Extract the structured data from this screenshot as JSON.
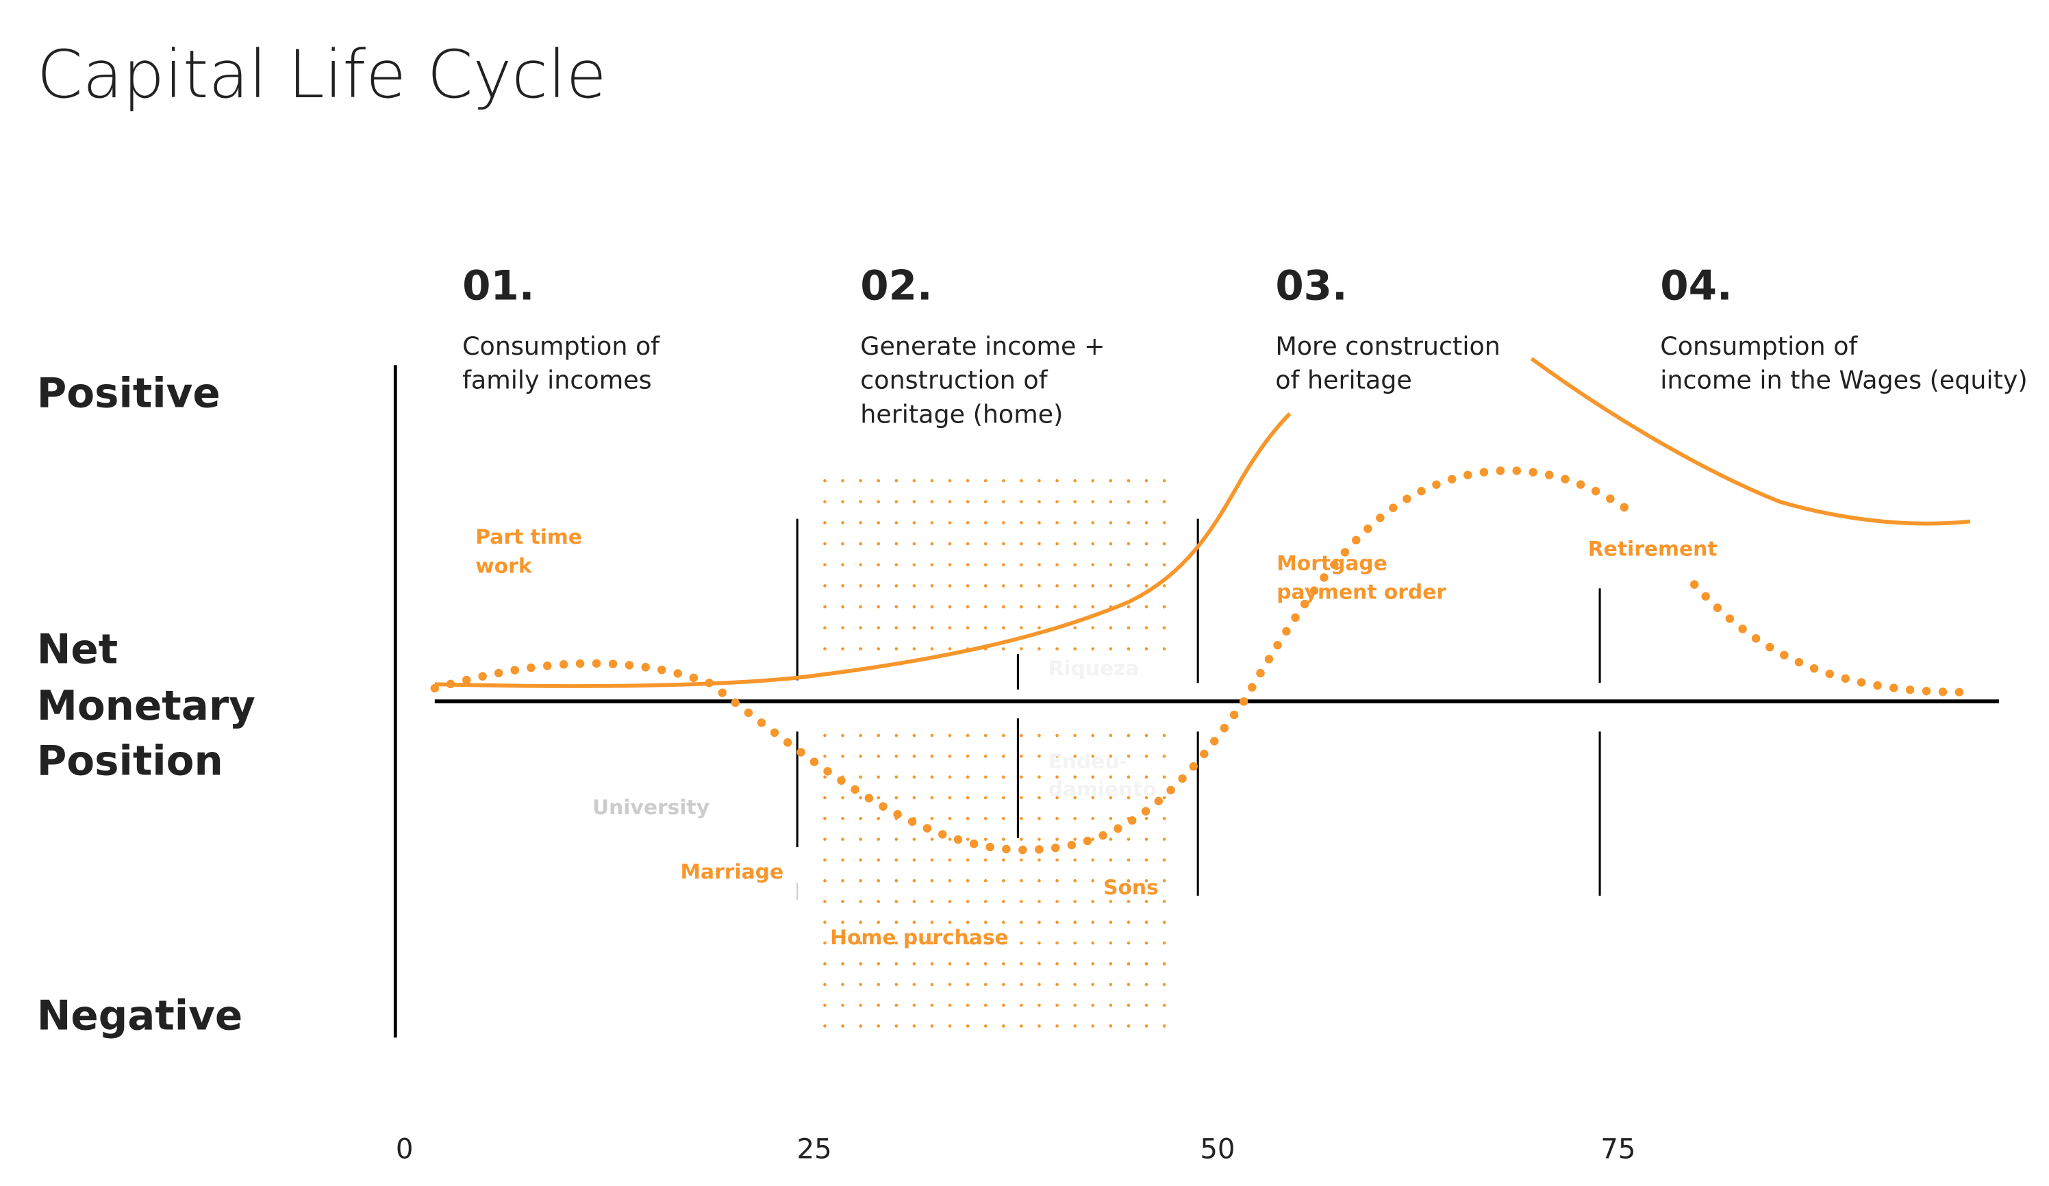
{
  "title": "Capital Life Cycle",
  "y_labels": {
    "positive": "Positive",
    "middle": [
      "Net",
      "Monetary",
      "Position"
    ],
    "negative": "Negative"
  },
  "x_ticks": [
    "0",
    "25",
    "50",
    "75"
  ],
  "phases": [
    {
      "num": "01.",
      "desc": [
        "Consumption of",
        "family incomes"
      ]
    },
    {
      "num": "02.",
      "desc": [
        "Generate income +",
        "construction of",
        "heritage (home)"
      ]
    },
    {
      "num": "03.",
      "desc": [
        "More construction",
        "of heritage"
      ]
    },
    {
      "num": "04.",
      "desc": [
        "Consumption of",
        "income in the Wages (equity)"
      ]
    }
  ],
  "events": {
    "part_time_work": [
      "Part time",
      "work"
    ],
    "mortgage": [
      "Mortgage",
      "payment order"
    ],
    "retirement": "Retirement",
    "university": "University",
    "marriage": "Marriage",
    "sons": "Sons",
    "home_purchase": "Home purchase"
  },
  "zones": {
    "wealth": "Riqueza",
    "debt": [
      "Endeu-",
      "damiento"
    ]
  },
  "colors": {
    "accent": "#F7962B",
    "text": "#222222",
    "muted": "#CCCCCC",
    "faint": "#F3F3F3"
  }
}
